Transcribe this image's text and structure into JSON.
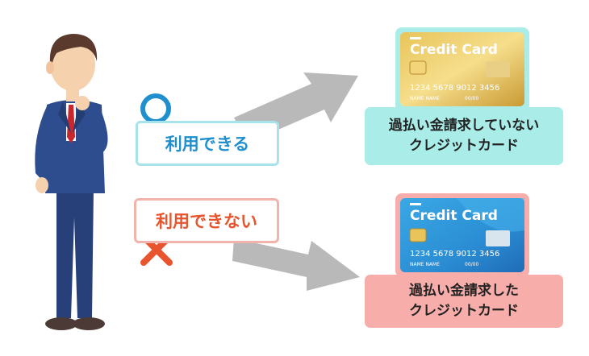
{
  "options": {
    "can_use": {
      "label": "利用できる",
      "symbol": "circle",
      "color": "#1f8fce"
    },
    "cannot_use": {
      "label": "利用できない",
      "symbol": "cross",
      "color": "#e8542d"
    }
  },
  "results": {
    "gold": {
      "line1": "過払い金請求していない",
      "line2": "クレジットカード",
      "bg": "#a9ece8"
    },
    "blue": {
      "line1": "過払い金請求した",
      "line2": "クレジットカード",
      "bg": "#f7aeab"
    }
  },
  "cards": {
    "gold": {
      "title": "Credit Card",
      "number": "1234 5678 9012 3456",
      "name": "NAME NAME",
      "expiry": "00/00"
    },
    "blue": {
      "title": "Credit Card",
      "number": "1234 5678 9012 3456",
      "name": "NAME NAME",
      "expiry": "00/00"
    }
  }
}
